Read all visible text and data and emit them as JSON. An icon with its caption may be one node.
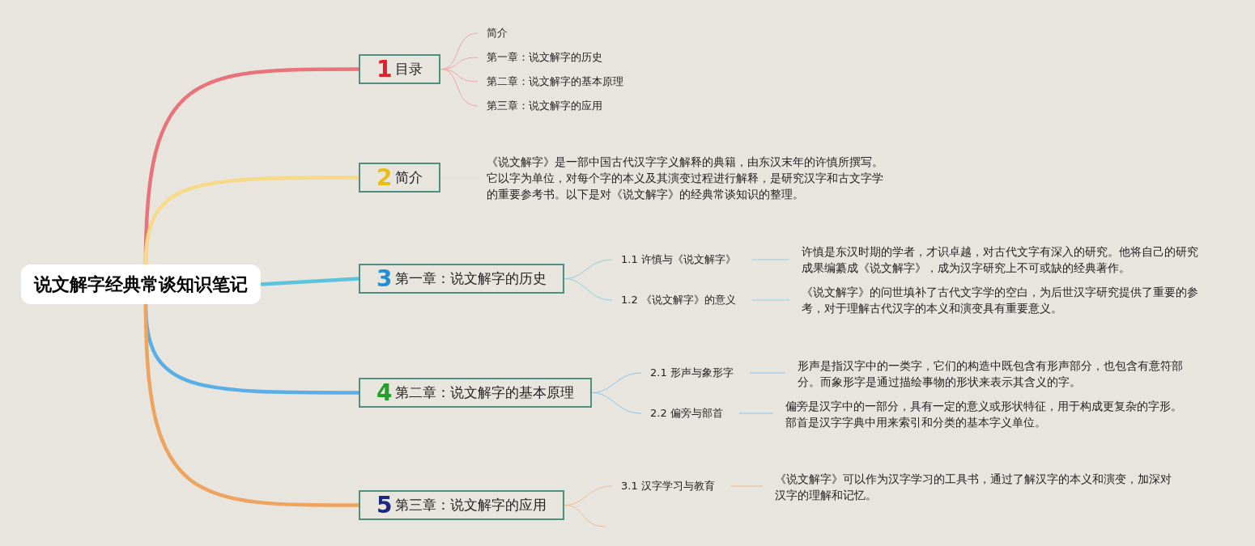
{
  "diagram": {
    "nodes": [
      {
        "text": [
          "说文解字经典常谈知识笔记"
        ]
      },
      {
        "text": [
          "1",
          "目录"
        ]
      },
      {
        "text": [
          "简介"
        ]
      },
      {
        "text": [
          "第一章：说文解字的历史"
        ]
      },
      {
        "text": [
          "第二章：说文解字的基本原理"
        ]
      },
      {
        "text": [
          "第三章：说文解字的应用"
        ]
      },
      {
        "text": [
          "2",
          "简介"
        ]
      },
      {
        "text": [
          "《说文解字》是一部中国古代汉字字义解释的典籍，由东汉末年的许慎所撰写。它以字为单位，对每个字的本义及其演变过程进行解释，是研究汉字和古文字学的重要参考书。以下是对《说文解字》的经典常谈知识的整理。"
        ]
      },
      {
        "text": [
          "3",
          "第一章：说文解字的历史"
        ]
      },
      {
        "text": [
          "1.1 许慎与《说文解字》"
        ]
      },
      {
        "text": [
          "许慎是东汉时期的学者，才识卓越，对古代文字有深入的研究。他将自己的研究成果编纂成《说文解字》，成为汉字研究上不可或缺的经典著作。"
        ]
      },
      {
        "text": [
          "1.2 《说文解字》的意义"
        ]
      },
      {
        "text": [
          "《说文解字》的问世填补了古代文字学的空白，为后世汉字研究提供了重要的参考，对于理解古代汉字的本义和演变具有重要意义。"
        ]
      },
      {
        "text": [
          "4",
          "第二章：说文解字的基本原理"
        ]
      },
      {
        "text": [
          "2.1 形声与象形字"
        ]
      },
      {
        "text": [
          "形声是指汉字中的一类字，它们的构造中既包含有形声部分，也包含有意符部分。而象形字是通过描绘事物的形状来表示其含义的字。"
        ]
      },
      {
        "text": [
          "2.2 偏旁与部首"
        ]
      },
      {
        "text": [
          "偏旁是汉字中的一部分，具有一定的意义或形状特征，用于构成更复杂的字形。部首是汉字字典中用来索引和分类的基本字义单位。"
        ]
      },
      {
        "text": [
          "5",
          "第三章：说文解字的应用"
        ]
      },
      {
        "text": [
          "3.1 汉字学习与教育"
        ]
      },
      {
        "text": [
          "《说文解字》可以作为汉字学习的工具书，通过了解汉字的本义和演变，加深对汉字的理解和记忆。"
        ]
      }
    ],
    "edges": [
      {
        "from": 0,
        "to": 1,
        "arrow": "none",
        "style": "thick",
        "color": "#e8737a"
      },
      {
        "from": 0,
        "to": 6,
        "arrow": "none",
        "style": "thick",
        "color": "#f7d98a"
      },
      {
        "from": 0,
        "to": 8,
        "arrow": "none",
        "style": "thick",
        "color": "#5bc4dc"
      },
      {
        "from": 0,
        "to": 13,
        "arrow": "none",
        "style": "thick",
        "color": "#5aaee6"
      },
      {
        "from": 0,
        "to": 18,
        "arrow": "none",
        "style": "thick",
        "color": "#eea35f"
      },
      {
        "from": 1,
        "to": 2,
        "arrow": "none",
        "color": "#efa5a8"
      },
      {
        "from": 1,
        "to": 3,
        "arrow": "none",
        "color": "#efa5a8"
      },
      {
        "from": 1,
        "to": 4,
        "arrow": "none",
        "color": "#efa5a8"
      },
      {
        "from": 1,
        "to": 5,
        "arrow": "none",
        "color": "#efa5a8"
      },
      {
        "from": 6,
        "to": 7,
        "arrow": "none",
        "color": "#f7dd9a"
      },
      {
        "from": 8,
        "to": 9,
        "arrow": "none",
        "color": "#8fd0e0"
      },
      {
        "from": 8,
        "to": 11,
        "arrow": "none",
        "color": "#8fd0e0"
      },
      {
        "from": 9,
        "to": 10,
        "arrow": "none",
        "color": "#8fd0e0"
      },
      {
        "from": 11,
        "to": 12,
        "arrow": "none",
        "color": "#8fd0e0"
      },
      {
        "from": 13,
        "to": 14,
        "arrow": "none",
        "color": "#8cc4ec"
      },
      {
        "from": 13,
        "to": 16,
        "arrow": "none",
        "color": "#8cc4ec"
      },
      {
        "from": 14,
        "to": 15,
        "arrow": "none",
        "color": "#8cc4ec"
      },
      {
        "from": 16,
        "to": 17,
        "arrow": "none",
        "color": "#8cc4ec"
      },
      {
        "from": 18,
        "to": 19,
        "arrow": "none",
        "color": "#f3b98a"
      },
      {
        "from": 18,
        "to": null,
        "arrow": "none",
        "color": "#f3b98a"
      },
      {
        "from": 19,
        "to": 20,
        "arrow": "none",
        "color": "#f3b98a"
      }
    ]
  }
}
